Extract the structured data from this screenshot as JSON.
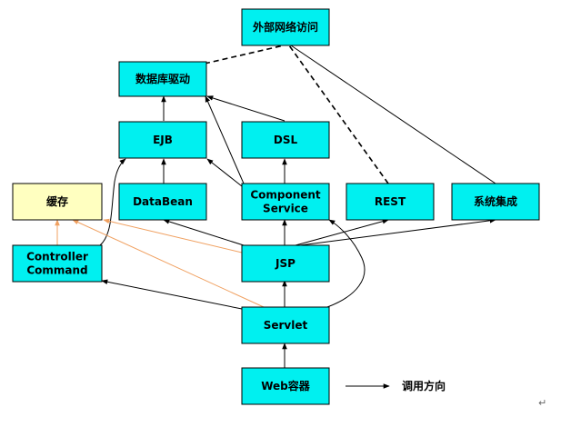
{
  "colors": {
    "box_fill": "#00f0f0",
    "cache_fill": "#ffffc0",
    "stroke": "#000000",
    "orange": "#f0a060"
  },
  "nodes": {
    "external": {
      "lines": [
        "外部网络访问"
      ]
    },
    "dbdriver": {
      "lines": [
        "数据库驱动"
      ]
    },
    "ejb": {
      "lines": [
        "EJB"
      ]
    },
    "dsl": {
      "lines": [
        "DSL"
      ]
    },
    "cache": {
      "lines": [
        "缓存"
      ]
    },
    "databean": {
      "lines": [
        "DataBean"
      ]
    },
    "component": {
      "lines": [
        "Component",
        "Service"
      ]
    },
    "rest": {
      "lines": [
        "REST"
      ]
    },
    "sysint": {
      "lines": [
        "系统集成"
      ]
    },
    "controller": {
      "lines": [
        "Controller",
        "Command"
      ]
    },
    "jsp": {
      "lines": [
        "JSP"
      ]
    },
    "servlet": {
      "lines": [
        "Servlet"
      ]
    },
    "webcontainer": {
      "lines": [
        "Web容器"
      ]
    }
  },
  "legend": {
    "label": "调用方向"
  },
  "footer_mark": "↵"
}
